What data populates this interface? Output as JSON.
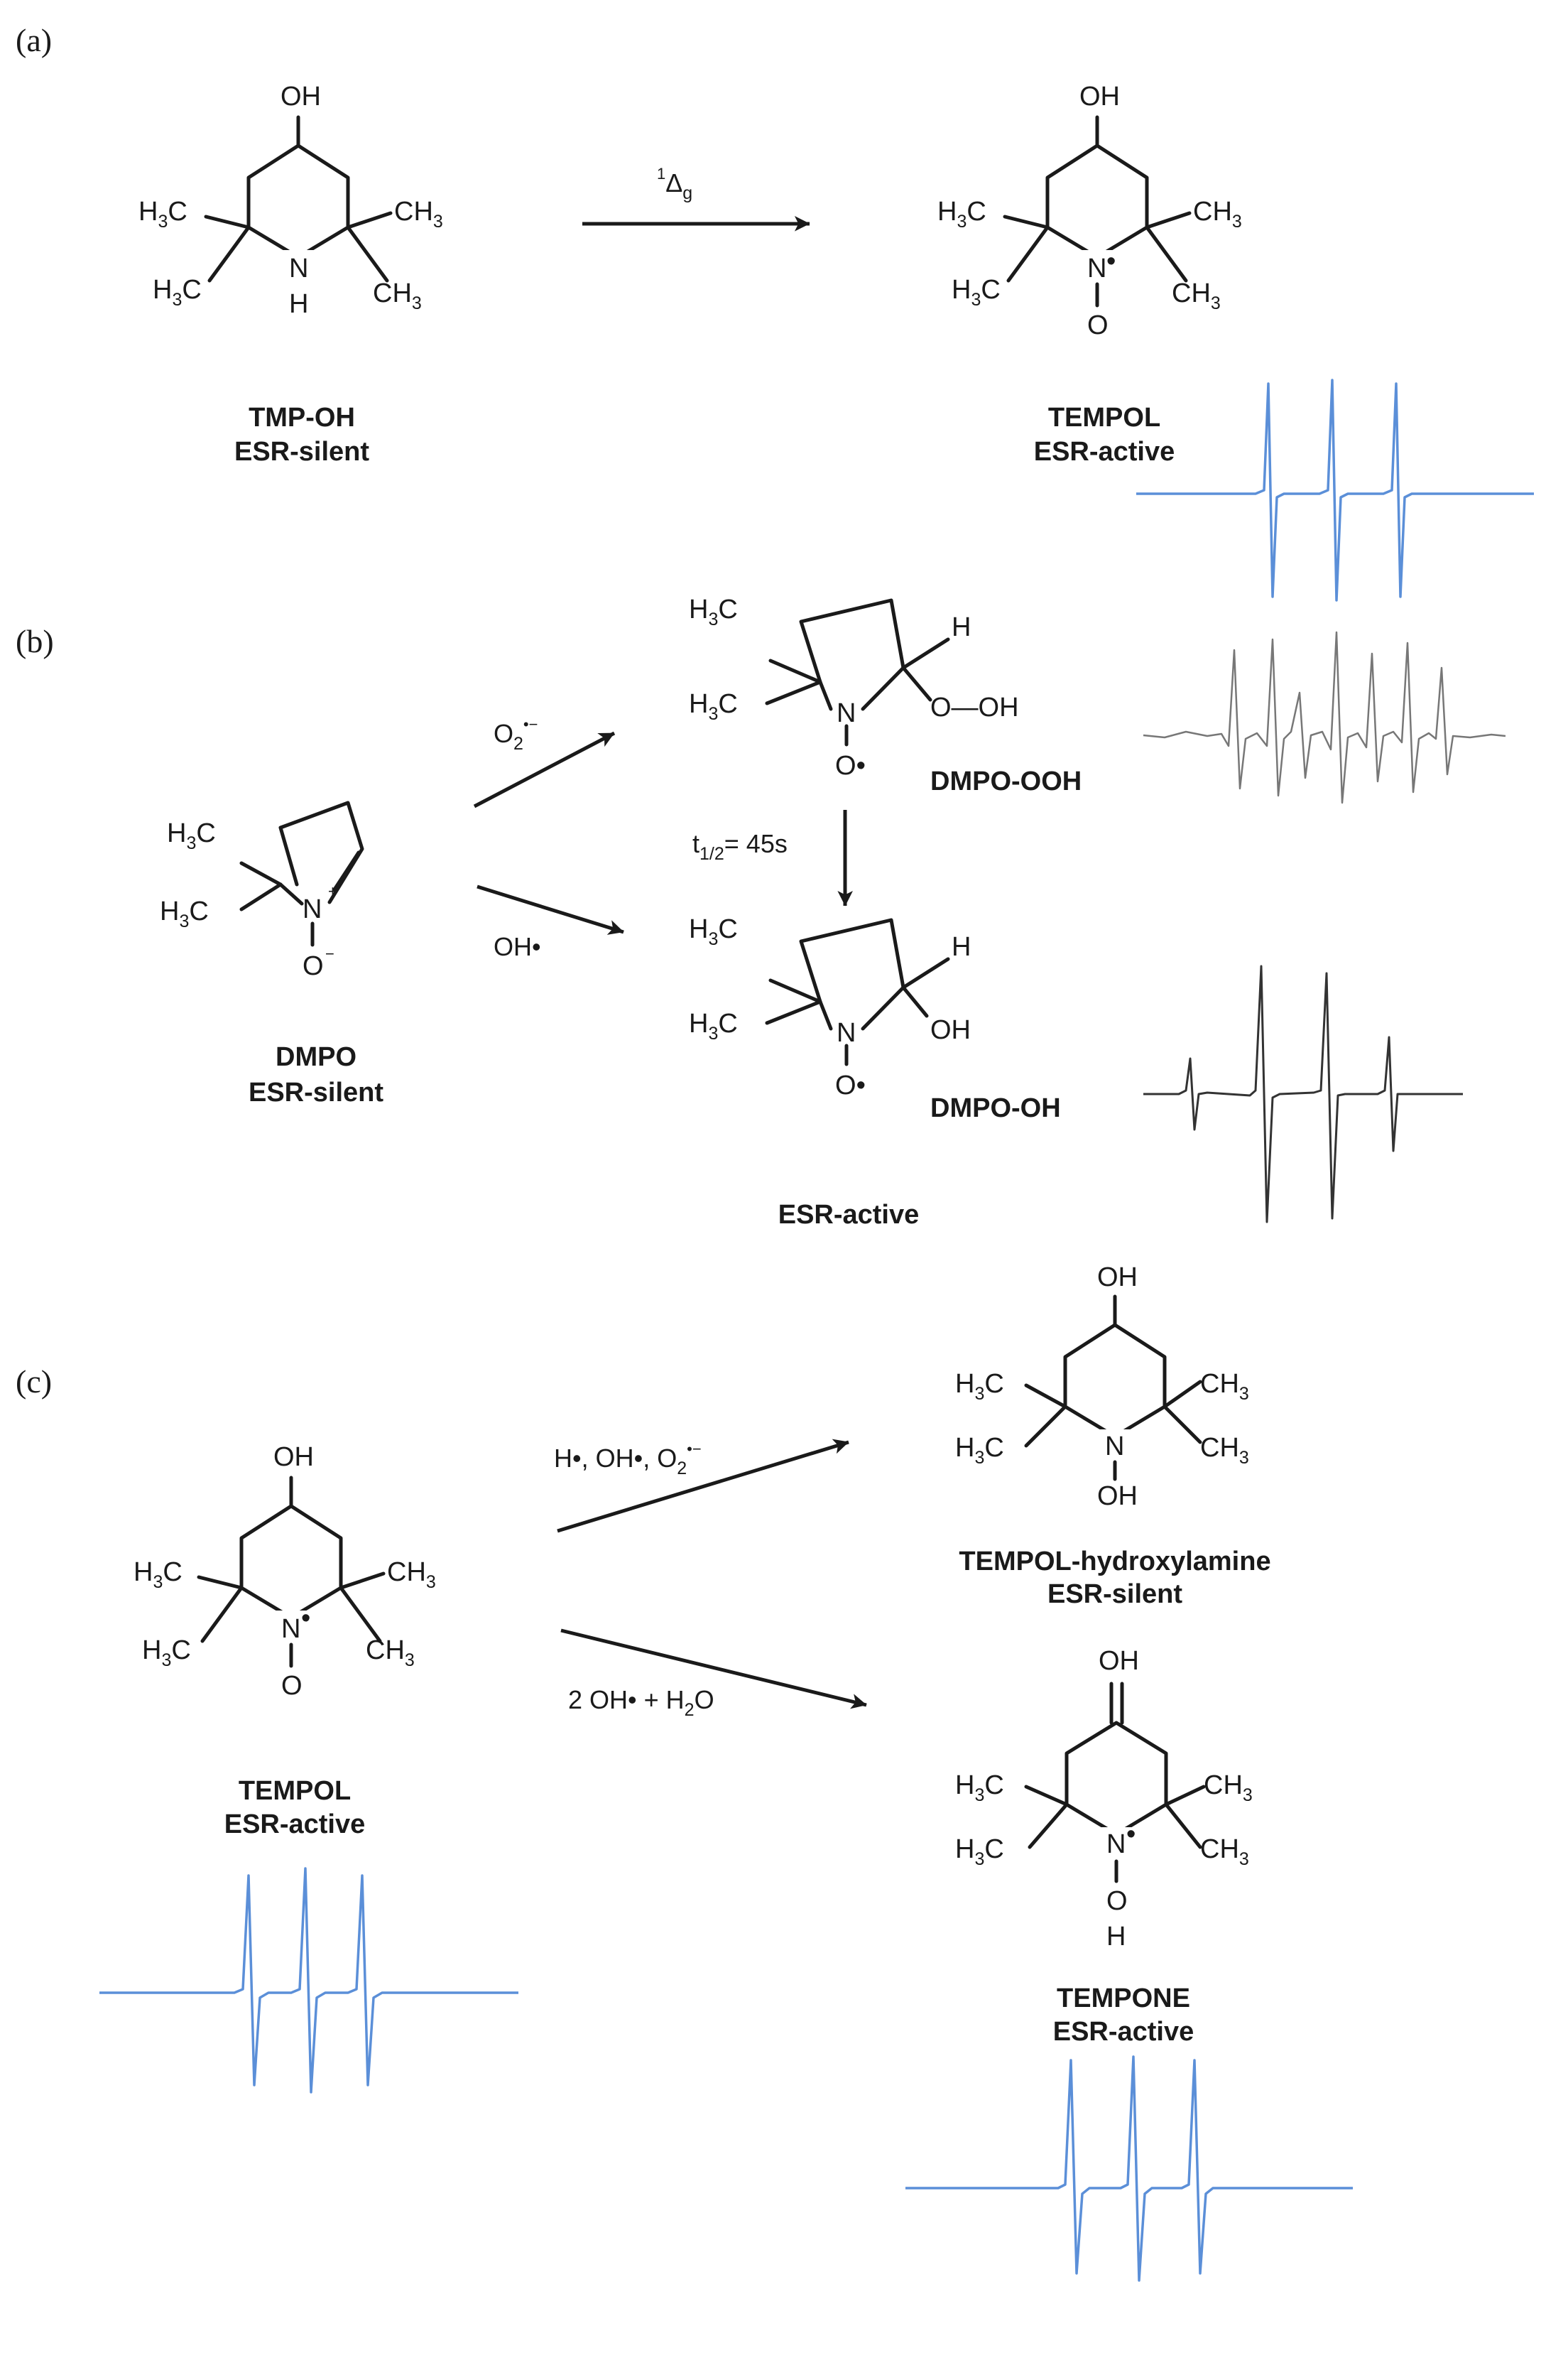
{
  "panels": {
    "a": "(a)",
    "b": "(b)",
    "c": "(c)"
  },
  "atoms": {
    "OH": "OH",
    "H3C_main": "H",
    "H3C_sub": "3",
    "H3C_end": "C",
    "CH3_main": "CH",
    "CH3_sub": "3",
    "N": "N",
    "H": "H",
    "O": "O",
    "radical_dot": "•",
    "plus": "+",
    "minus": "−"
  },
  "panel_a": {
    "reagent_main": "Δ",
    "reagent_sup": "1",
    "reagent_sub": "g",
    "left_name": "TMP-OH",
    "left_state": "ESR-silent",
    "right_name": "TEMPOL",
    "right_state": "ESR-active"
  },
  "panel_b": {
    "superoxide_main": "O",
    "superoxide_sub": "2",
    "superoxide_sup": "•−",
    "hydroxyl": "OH•",
    "halflife_main": "t",
    "halflife_sub": "1/2",
    "halflife_rest": "= 45s",
    "dmpo_name": "DMPO",
    "dmpo_state": "ESR-silent",
    "ooh_group": "O—OH",
    "adduct_ooh": "DMPO-OOH",
    "adduct_oh": "DMPO-OH",
    "adducts_state": "ESR-active"
  },
  "panel_c": {
    "reagents_top": "H•, OH•, O",
    "reagents_top_sub": "2",
    "reagents_top_sup": "•−",
    "reagents_bottom": "2 OH• + H",
    "reagents_bottom_sub": "2",
    "reagents_bottom_end": "O",
    "left_name": "TEMPOL",
    "left_state": "ESR-active",
    "hydroxylamine_name": "TEMPOL-hydroxylamine",
    "hydroxylamine_state": "ESR-silent",
    "tempone_name": "TEMPONE",
    "tempone_state": "ESR-active"
  },
  "colors": {
    "spectrum_blue": "#5b8fd8",
    "spectrum_grey": "#777777",
    "spectrum_dark": "#333333",
    "ink": "#1a1a1a"
  }
}
